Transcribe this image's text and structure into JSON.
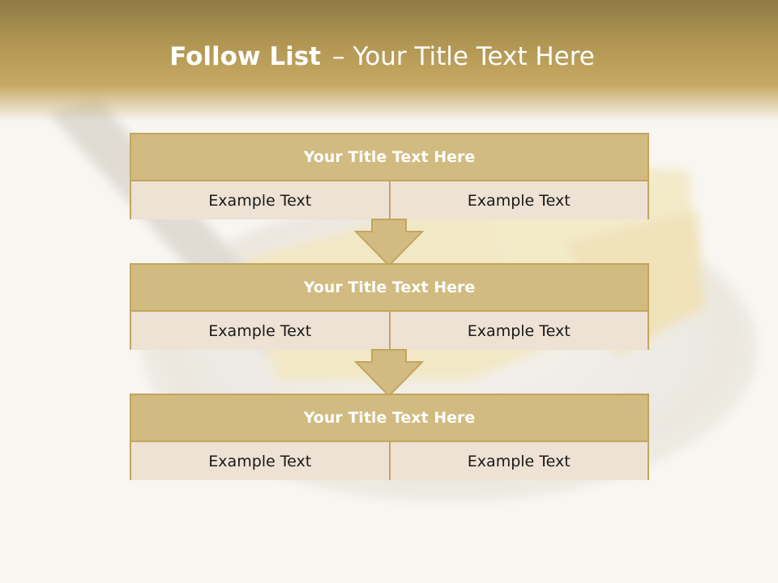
{
  "slide": {
    "title_bold": "Follow List",
    "title_dash": "–",
    "title_rest": "Your Title Text Here"
  },
  "steps": [
    {
      "title": "Your Title Text Here",
      "left": "Example Text",
      "right": "Example Text"
    },
    {
      "title": "Your Title Text Here",
      "left": "Example Text",
      "right": "Example Text"
    },
    {
      "title": "Your Title Text Here",
      "left": "Example Text",
      "right": "Example Text"
    }
  ],
  "colors": {
    "header_gold": "#b09652",
    "block_title_fill": "#d2bb80",
    "cell_fill": "#ede2d3",
    "border": "#c3a55f"
  },
  "icons": [
    "down-arrow-icon",
    "down-arrow-icon"
  ]
}
